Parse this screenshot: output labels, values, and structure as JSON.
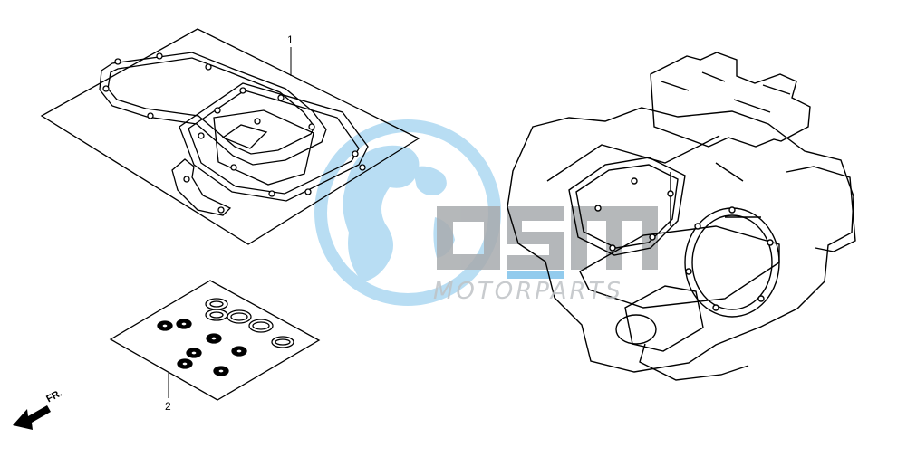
{
  "callouts": {
    "part1": "1",
    "part2": "2"
  },
  "watermark": {
    "brand_letters": "OSM",
    "sub_text": "MOTORPARTS",
    "globe_color": "#7fc3ea",
    "letter_color": "#a8abae"
  },
  "direction": {
    "label": "FR."
  }
}
